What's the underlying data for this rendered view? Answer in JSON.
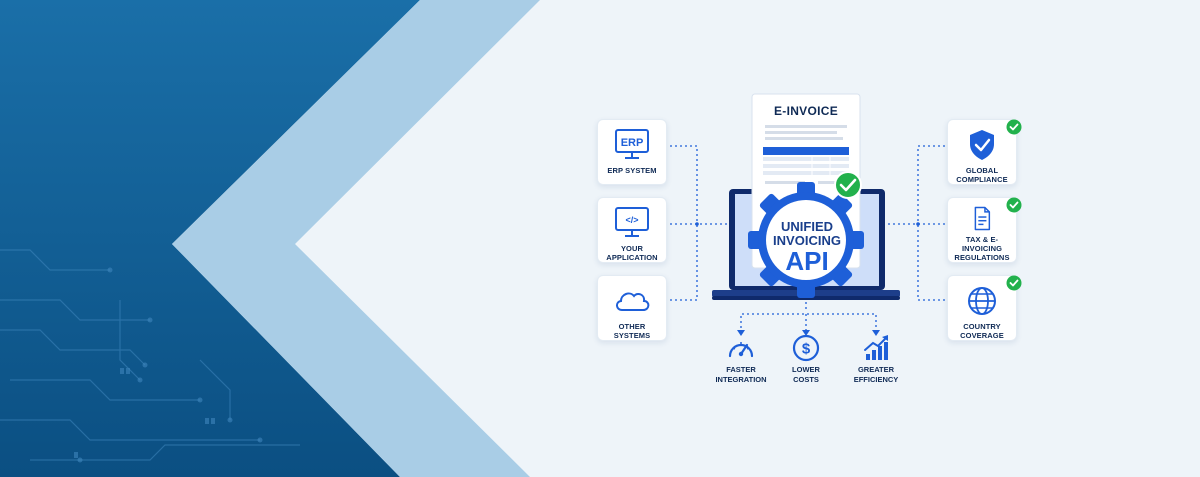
{
  "colors": {
    "primary_blue": "#1e5fd8",
    "navy": "#0f2a55",
    "check_green": "#22b14c",
    "bg_dark_blue": "#0e5d94",
    "bg_light": "#eef4f9"
  },
  "invoice": {
    "title": "E-INVOICE"
  },
  "api": {
    "line1": "UNIFIED",
    "line2": "INVOICING",
    "line3": "API"
  },
  "inputs": [
    {
      "icon": "erp-monitor-icon",
      "icon_text": "ERP",
      "label": "ERP SYSTEM"
    },
    {
      "icon": "code-monitor-icon",
      "icon_text": "</>",
      "label_line1": "YOUR",
      "label_line2": "APPLICATION"
    },
    {
      "icon": "cloud-icon",
      "label_line1": "OTHER",
      "label_line2": "SYSTEMS"
    }
  ],
  "outputs": [
    {
      "icon": "shield-check-icon",
      "label_line1": "GLOBAL",
      "label_line2": "COMPLIANCE"
    },
    {
      "icon": "document-icon",
      "label_line1": "TAX & E-INVOICING",
      "label_line2": "REGULATIONS"
    },
    {
      "icon": "globe-icon",
      "label_line1": "COUNTRY",
      "label_line2": "COVERAGE"
    }
  ],
  "benefits": [
    {
      "icon": "speedometer-icon",
      "label_line1": "FASTER",
      "label_line2": "INTEGRATION"
    },
    {
      "icon": "dollar-icon",
      "label_line1": "LOWER",
      "label_line2": "COSTS"
    },
    {
      "icon": "growth-chart-icon",
      "label_line1": "GREATER",
      "label_line2": "EFFICIENCY"
    }
  ]
}
